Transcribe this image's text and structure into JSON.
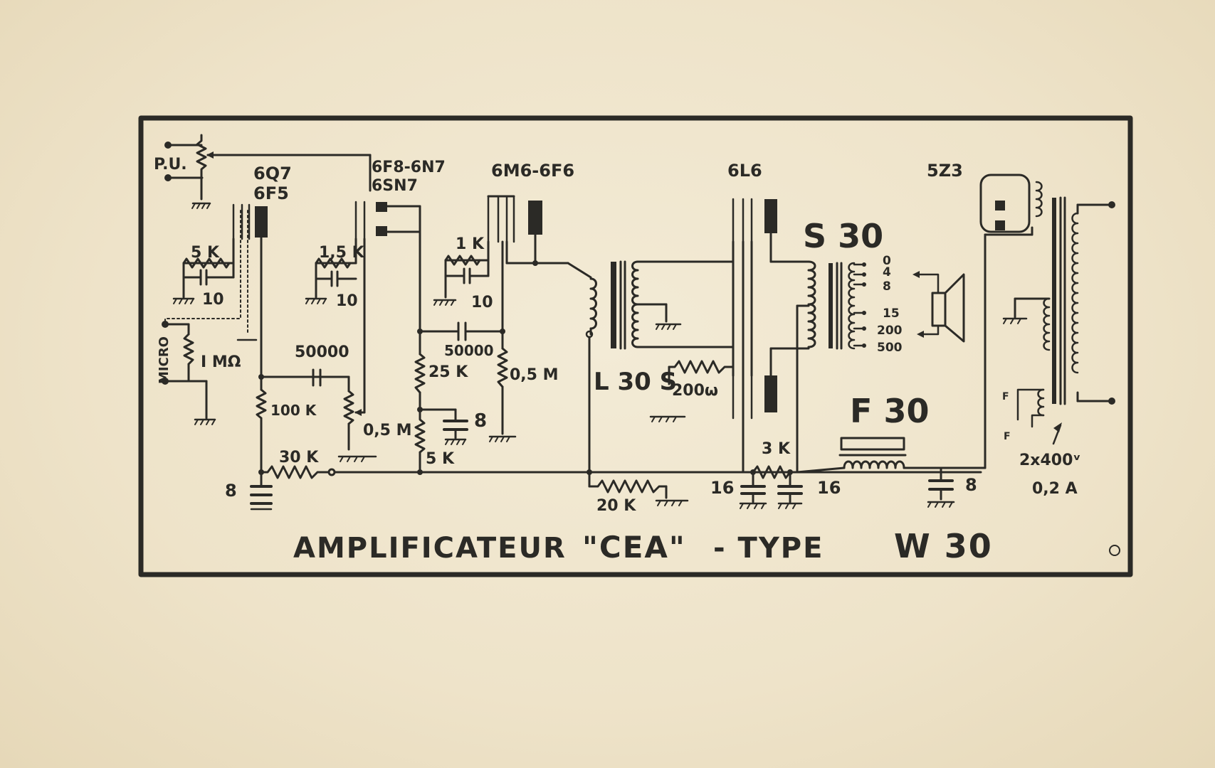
{
  "title": {
    "part1": "AMPLIFICATEUR",
    "brand": "\"CEA\"",
    "part2": "- TYPE",
    "model": "W 30"
  },
  "tubes": {
    "v1": [
      "6Q7",
      "6F5"
    ],
    "v2": [
      "6F8-6N7",
      "6SN7"
    ],
    "v3": "6M6-6F6",
    "v4": "6L6",
    "v5": "5Z3"
  },
  "inputs": {
    "pickup": "P.U.",
    "micro": "MICRO"
  },
  "components": {
    "r_5k": "5 K",
    "r_1_5k": "1,5 K",
    "r_1k": "1 K",
    "c_10a": "10",
    "c_10b": "10",
    "c_10c": "10",
    "r_1m": "I MΩ",
    "c_50000a": "50000",
    "c_50000b": "50000",
    "r_100k": "100 K",
    "r_0_5m_a": "0,5 M",
    "r_25k": "25 K",
    "r_0_5m_b": "0,5 M",
    "c_8a": "8",
    "r_5k_b": "5 K",
    "r_30k": "30 K",
    "c_8b": "8",
    "r_20k": "20 K",
    "r_200w": "200ω",
    "r_3k": "3 K",
    "c_16a": "16",
    "c_16b": "16",
    "c_8c": "8",
    "hv": "2x400ᵛ",
    "current": "0,2 A"
  },
  "transformers": {
    "driver": "L 30 S",
    "output": "S 30",
    "choke": "F 30"
  },
  "output_taps": [
    "0",
    "4",
    "8",
    "15",
    "200",
    "500"
  ],
  "mains_taps": [
    "F",
    "F"
  ]
}
